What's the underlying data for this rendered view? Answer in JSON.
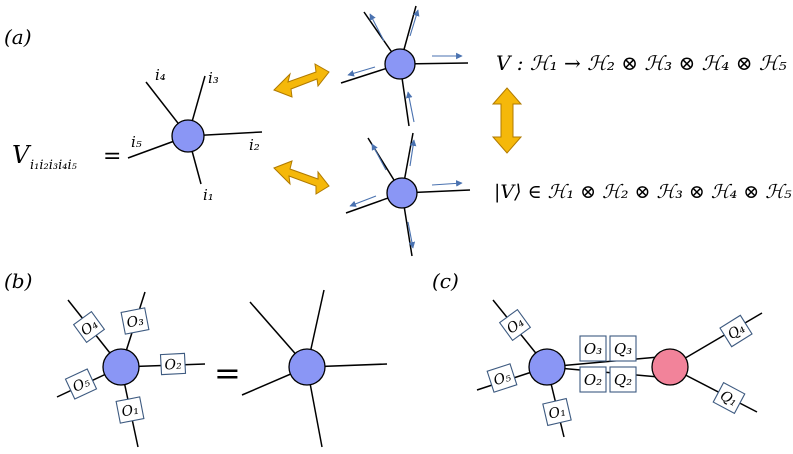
{
  "panels": {
    "a": "(a)",
    "b": "(b)",
    "c": "(c)"
  },
  "panel_a": {
    "lhs_V": "V",
    "lhs_sub": "i₁i₂i₃i₄i₅",
    "lhs_eq": "=",
    "indices": [
      "i₁",
      "i₂",
      "i₃",
      "i₄",
      "i₅"
    ],
    "map_equation": "V : ℋ₁ → ℋ₂ ⊗ ℋ₃ ⊗ ℋ₄ ⊗ ℋ₅",
    "state_equation": "|V⟩ ∈ ℋ₁ ⊗ ℋ₂ ⊗ ℋ₃ ⊗ ℋ₄ ⊗ ℋ₅"
  },
  "panel_b": {
    "operators": [
      "O₁",
      "O₂",
      "O₃",
      "O₄",
      "O₅"
    ],
    "equals": "="
  },
  "panel_c": {
    "operators_left": [
      "O₁",
      "O₂",
      "O₃",
      "O₄",
      "O₅"
    ],
    "operators_right": [
      "Q₁",
      "Q₂",
      "Q₃",
      "Q₄"
    ]
  },
  "colors": {
    "node_blue": "#8a96f5",
    "node_red": "#f2839a",
    "arrow_fill": "#f5b80a",
    "small_arrow": "#4a72b0",
    "box_border": "#3d5a80"
  }
}
